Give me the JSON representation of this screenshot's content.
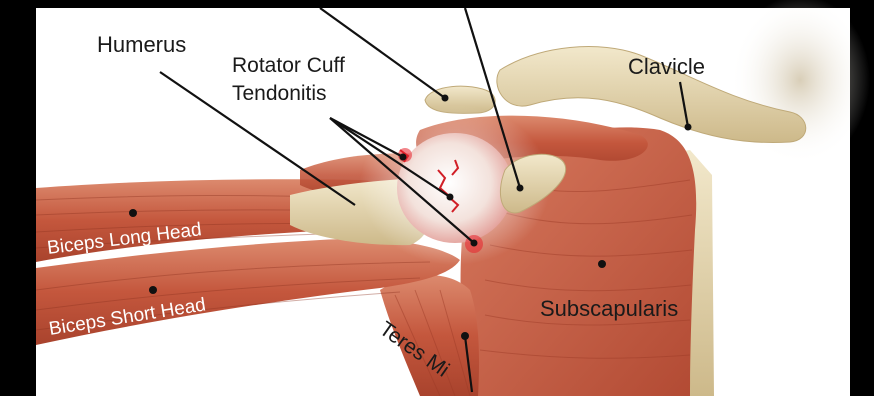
{
  "labels": {
    "humerus": "Humerus",
    "rotator_cuff_line1": "Rotator Cuff",
    "rotator_cuff_line2": "Tendonitis",
    "clavicle": "Clavicle",
    "biceps_long_head": "Biceps Long Head",
    "biceps_short_head": "Biceps Short Head",
    "subscapularis": "Subscapularis",
    "teres_minor_partial": "Teres Mi"
  },
  "colors": {
    "frame": "#000000",
    "background": "#ffffff",
    "muscle": "#c8644a",
    "muscle_light": "#e0937a",
    "bone": "#e9dcb8",
    "tendon": "#f1ede4",
    "inflammation": "#e8202a",
    "leader_line": "#111111"
  }
}
